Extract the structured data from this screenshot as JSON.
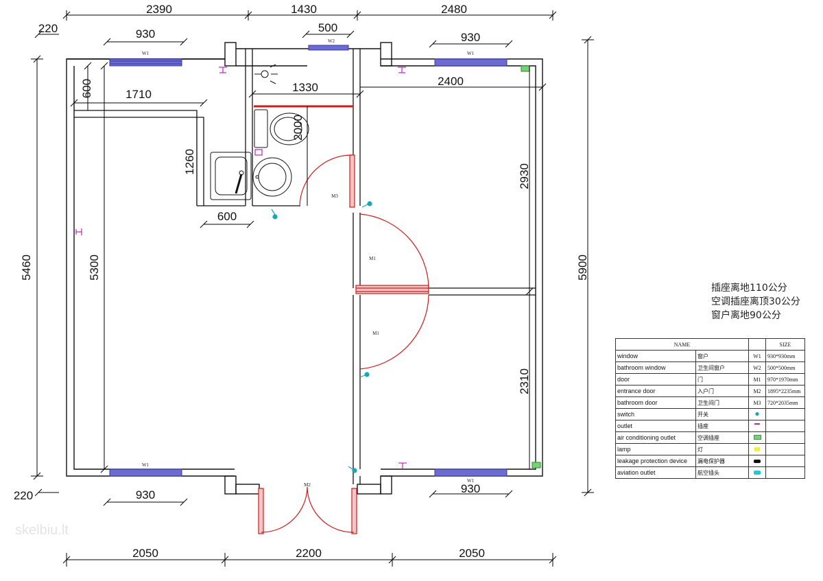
{
  "dimensions": {
    "top_left": "2390",
    "top_mid": "1430",
    "top_right": "2480",
    "wall_top_left": "220",
    "wall_bottom_left": "220",
    "window_top_left": "930",
    "window_top_bath": "500",
    "window_top_right": "930",
    "window_bottom_left": "930",
    "window_bottom_right": "930",
    "kitchen_depth": "600",
    "kitchen_width": "1710",
    "kitchen_length": "1260",
    "sink_width": "600",
    "bath_width": "1330",
    "bath_depth": "2000",
    "right_room_width": "2400",
    "right_upper_height": "2930",
    "right_lower_height": "2310",
    "left_room_height": "5300",
    "overall_left": "5460",
    "overall_right": "5900",
    "bottom_left": "2050",
    "bottom_mid": "2200",
    "bottom_right": "2050"
  },
  "tags": {
    "w1": "W1",
    "w2": "W2",
    "m1": "M1",
    "m2": "M2",
    "m3": "M3"
  },
  "notes": [
    "插座离地110公分",
    "空调插座离顶30公分",
    "窗户离地90公分"
  ],
  "legend": {
    "header_name": "NAME",
    "header_size": "SIZE",
    "rows": [
      {
        "en": "window",
        "cn": "窗户",
        "code": "W1",
        "size": "930*930mm"
      },
      {
        "en": "bathroom window",
        "cn": "卫生间窗户",
        "code": "W2",
        "size": "500*500mm"
      },
      {
        "en": "door",
        "cn": "门",
        "code": "M1",
        "size": "970*1970mm"
      },
      {
        "en": "entrance door",
        "cn": "入户门",
        "code": "M2",
        "size": "1895*2235mm"
      },
      {
        "en": "bathroom door",
        "cn": "卫生间门",
        "code": "M3",
        "size": "720*2035mm"
      },
      {
        "en": "switch",
        "cn": "开关",
        "code": "",
        "size": "",
        "symbol": "switch-icon",
        "color": "#1aa7b5"
      },
      {
        "en": "outlet",
        "cn": "插座",
        "code": "",
        "size": "",
        "symbol": "outlet-icon",
        "color": "#c020c0"
      },
      {
        "en": "air conditioning outlet",
        "cn": "空调插座",
        "code": "",
        "size": "",
        "symbol": "ac-outlet-icon",
        "color": "#3a9a3a"
      },
      {
        "en": "lamp",
        "cn": "灯",
        "code": "",
        "size": "",
        "symbol": "lamp-icon",
        "color": "#e8e820"
      },
      {
        "en": "leakage protection device",
        "cn": "漏电保护器",
        "code": "",
        "size": "",
        "symbol": "breaker-icon",
        "color": "#111111"
      },
      {
        "en": "aviation outlet",
        "cn": "航空插头",
        "code": "",
        "size": "",
        "symbol": "aviation-outlet-icon",
        "color": "#22c8d8"
      }
    ]
  },
  "watermark": "skelbiu.lt",
  "colors": {
    "wall": "#111111",
    "door": "#d11a1a",
    "window": "#3a3aa8",
    "switch": "#1aa7b5",
    "outlet": "#c020c0",
    "ac": "#3a9a3a"
  }
}
